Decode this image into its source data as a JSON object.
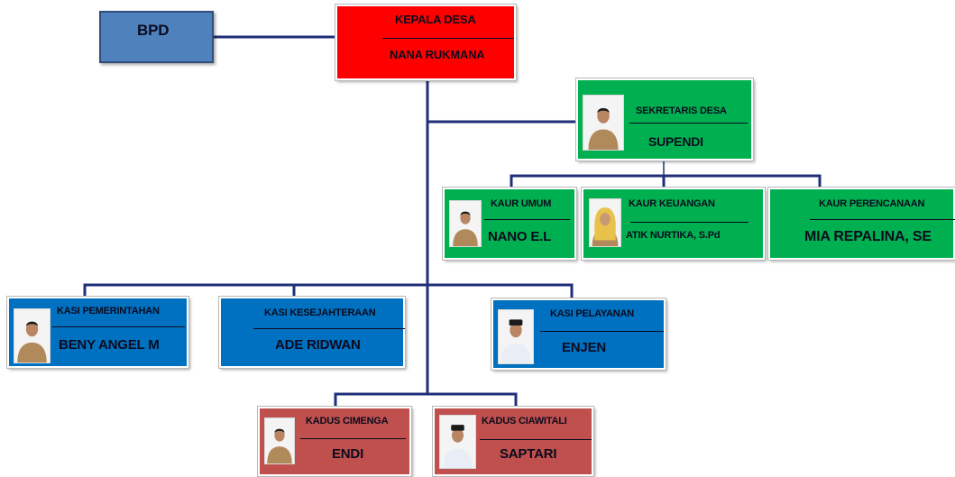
{
  "colors": {
    "line": "#1f2f78",
    "bpd": "#4f81bd",
    "head": "#ff0000",
    "green": "#00b050",
    "blue": "#0070c0",
    "dusun": "#c0504d",
    "text": "#0b0b1e"
  },
  "bpd": {
    "label": "BPD"
  },
  "kepala": {
    "title": "KEPALA DESA",
    "name": "NANA RUKMANA"
  },
  "sekretaris": {
    "title": "SEKRETARIS DESA",
    "name": "SUPENDI",
    "photo": "official-photo-icon"
  },
  "kaur": [
    {
      "title": "KAUR UMUM",
      "name": "NANO E.L",
      "photo": "official-photo-icon"
    },
    {
      "title": "KAUR KEUANGAN",
      "name": "ATIK NURTIKA, S.Pd",
      "photo": "hijab-official-photo-icon"
    },
    {
      "title": "KAUR PERENCANAAN",
      "name": "MIA REPALINA, SE"
    }
  ],
  "kasi": [
    {
      "title": "KASI PEMERINTAHAN",
      "name": "BENY ANGEL M",
      "photo": "official-photo-icon"
    },
    {
      "title": "KASI KESEJAHTERAAN",
      "name": "ADE RIDWAN"
    },
    {
      "title": "KASI PELAYANAN",
      "name": "ENJEN",
      "photo": "peci-official-photo-icon"
    }
  ],
  "kadus": [
    {
      "title": "KADUS CIMENGA",
      "name": "ENDI",
      "photo": "official-photo-icon"
    },
    {
      "title": "KADUS CIAWITALI",
      "name": "SAPTARI",
      "photo": "peci-official-photo-icon"
    }
  ]
}
